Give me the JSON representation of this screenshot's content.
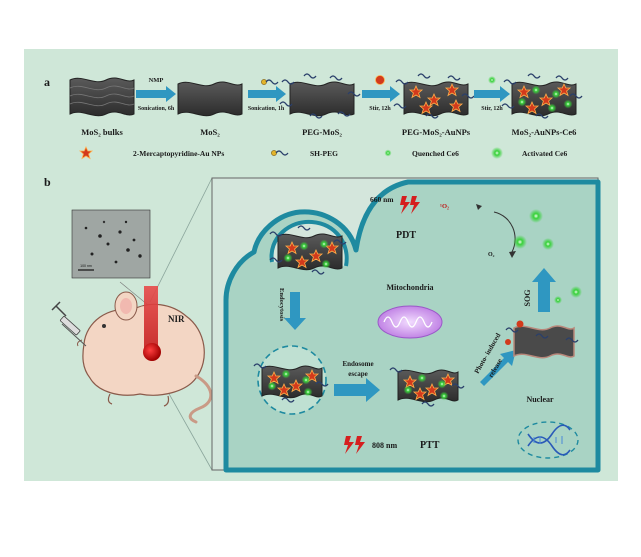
{
  "panel_a": {
    "letter": "a",
    "stages": [
      {
        "label": "MoS₂ bulks"
      },
      {
        "label": "MoS₂"
      },
      {
        "label": "PEG-MoS₂"
      },
      {
        "label": "PEG-MoS₂-AuNPs"
      },
      {
        "label": "MoS₂-AuNPs-Ce6"
      }
    ],
    "steps": [
      {
        "top": "NMP",
        "bottom": "Sonication, 6h"
      },
      {
        "top": "",
        "bottom": "Sonication, 1h"
      },
      {
        "top": "",
        "bottom": "Stir, 12h"
      },
      {
        "top": "",
        "bottom": "Stir, 12h"
      }
    ],
    "legend": [
      {
        "label": "2-Mercaptopyridine-Au NPs",
        "icon": "au-nanoparticle-icon"
      },
      {
        "label": "SH-PEG",
        "icon": "sh-peg-icon"
      },
      {
        "label": "Quenched Ce6",
        "icon": "quenched-ce6-icon"
      },
      {
        "label": "Activated Ce6",
        "icon": "activated-ce6-icon"
      }
    ]
  },
  "panel_b": {
    "letter": "b",
    "nir": "NIR",
    "tem_scale": "100 nm",
    "laser_660": "660 nm",
    "singlet_oxygen": "¹O₂",
    "oxygen": "O₂",
    "pdt": "PDT",
    "ptt": "PTT",
    "laser_808": "808 nm",
    "mitochondria": "Mitochondria",
    "endocytosis": "Endocytosis",
    "endosome_escape_1": "Endosome",
    "endosome_escape_2": "escape",
    "photo_release_1": "Photo- induced",
    "photo_release_2": "release",
    "sog": "SOG",
    "nuclear": "Nuclear"
  },
  "colors": {
    "background": "#cfe7d8",
    "inner_panel": "#d4e6dc",
    "cell": "#a9d3c4",
    "membrane": "#1e8aa0",
    "arrow": "#2f97c1",
    "ce6_green": "#38d23a",
    "au_red": "#d23a1c",
    "mito": "#c88ae8",
    "laser_red": "#d51f1f"
  }
}
